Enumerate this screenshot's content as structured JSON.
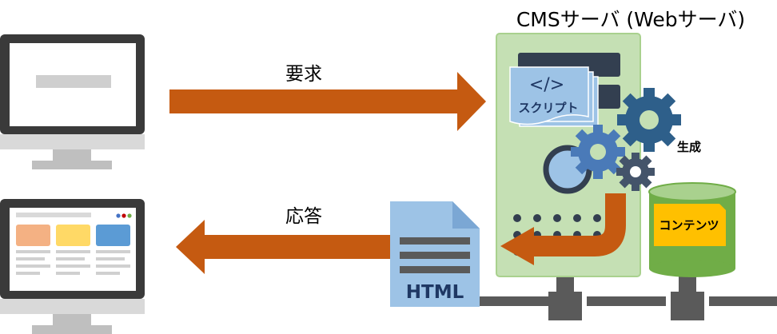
{
  "server": {
    "title": "CMSサーバ (Webサーバ)"
  },
  "request": {
    "label": "要求"
  },
  "response": {
    "label": "応答"
  },
  "script_doc": {
    "code": "</>",
    "label": "スクリプト"
  },
  "generate": {
    "label": "生成"
  },
  "content_db": {
    "label": "コンテンツ"
  },
  "html_doc": {
    "label": "HTML"
  },
  "colors": {
    "arrow": "#c55a11",
    "server_bg": "#c5e0b4",
    "server_border": "#a9d18e",
    "gear": "#2e5f8a",
    "gear_light": "#4a7ab8",
    "doc_blue": "#9dc3e6",
    "db_green": "#70ad47",
    "note_yellow": "#ffc000",
    "monitor": "#3a3a3a",
    "stand": "#c8c8c8"
  }
}
